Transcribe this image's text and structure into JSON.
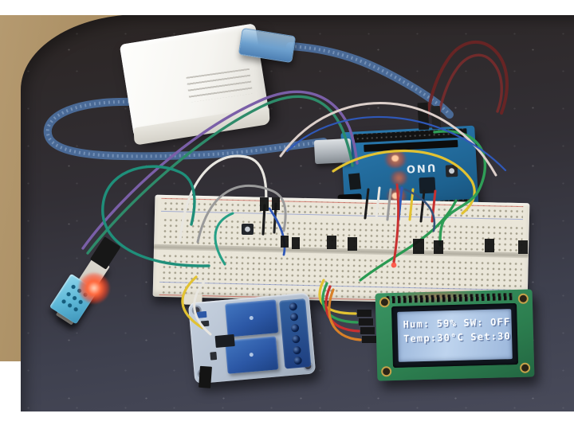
{
  "photo": {
    "subject": "Arduino UNO breadboard prototype with DHT11 humidity sensor, 2-channel relay module and 16x2 LCD"
  },
  "lcd": {
    "line1": "Hum: 59% SW: OFF",
    "line2": "Temp:30°C Set:30"
  },
  "arduino": {
    "label": "UNO"
  },
  "colors": {
    "wood": "#b59a70",
    "mat_top": "#2b2523",
    "mat_bottom": "#4a4c5c",
    "breadboard": "#eae6d9",
    "arduino_pcb": "#2a7ab0",
    "relay_pcb": "#b3bfcf",
    "relay_blue": "#2c58a6",
    "lcd_pcb": "#2c7e4f",
    "lcd_screen": "#bed4ee",
    "lcd_text": "#fdfeff",
    "dht_body": "#5cb6d6",
    "usb_cable": "#4a6a96",
    "wire_green": "#2f9e57",
    "wire_teal": "#1f8f7a",
    "wire_yellow": "#e2c232",
    "wire_white": "#e8e6e0",
    "wire_gray": "#9a9a9a",
    "wire_black": "#1a1a1a",
    "wire_red": "#c83030",
    "wire_maroon": "#6e2424",
    "wire_blue": "#2f58b8",
    "wire_purple": "#7a5fa8",
    "wire_pink": "#dccfca",
    "led_red": "#ff4020"
  }
}
